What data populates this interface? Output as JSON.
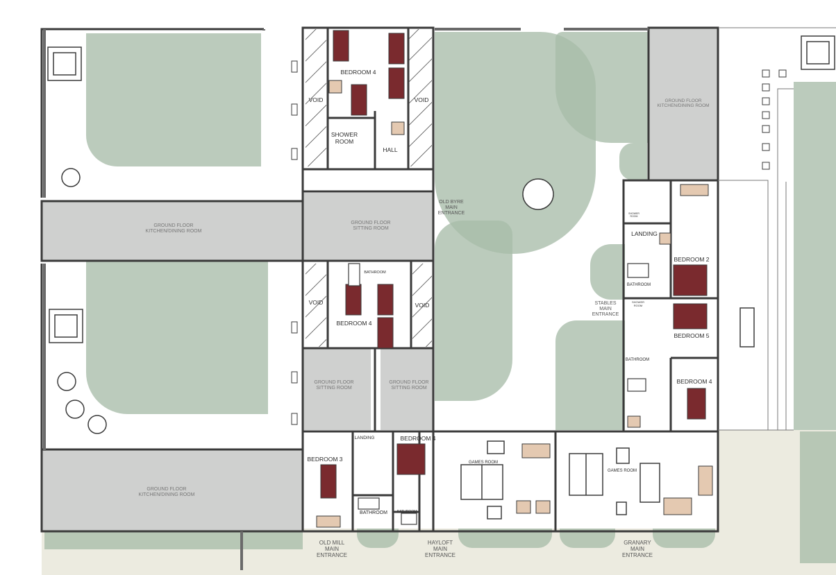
{
  "colors": {
    "lawn": "#a8bda9",
    "wall": "#3a3a3a",
    "room_grey": "#cfd0cf",
    "bed_accent": "#7a2a2e",
    "sofa": "#e4c9b1",
    "path_beige": "#ecebe0"
  },
  "labels": {
    "kitchen_west_upper": "GROUND FLOOR\nKITCHEN/DINING ROOM",
    "kitchen_west_lower": "GROUND FLOOR\nKITCHEN/DINING ROOM",
    "kitchen_east": "GROUND FLOOR\nKITCHEN/DINING ROOM",
    "sitting_top": "GROUND FLOOR\nSITTING ROOM",
    "sitting_left": "GROUND FLOOR\nSITTING ROOM",
    "sitting_right": "GROUND FLOOR\nSITTING ROOM",
    "bedroom4_top": "BEDROOM 4",
    "bedroom4_mid": "BEDROOM 4",
    "bedroom4_bottom": "BEDROOM 4",
    "bedroom4_east": "BEDROOM 4",
    "bedroom3": "BEDROOM 3",
    "bedroom2": "BEDROOM 2",
    "bedroom5": "BEDROOM 5",
    "void_tl": "VOID",
    "void_tr": "VOID",
    "void_ml": "VOID",
    "void_mr": "VOID",
    "shower_room": "SHOWER\nROOM",
    "hall": "HALL",
    "bathroom_mid": "BATHROOM",
    "bathroom_bottom_left": "BATHROOM",
    "bathroom_bottom_right": "BATHROOM",
    "bathroom_east_1": "BATHROOM",
    "bathroom_east_2": "BATHROOM",
    "shower_room_east_1": "SHOWER\nROOM",
    "shower_room_east_2": "SHOWER\nROOM",
    "landing_bottom": "LANDING",
    "landing_east": "LANDING",
    "games_room_1": "GAMES ROOM",
    "games_room_2": "GAMES ROOM",
    "old_byre_entrance": "OLD BYRE\nMAIN\nENTRANCE",
    "stables_entrance": "STABLES\nMAIN\nENTRANCE",
    "old_mill_entrance": "OLD MILL\nMAIN\nENTRANCE",
    "hayloft_entrance": "HAYLOFT\nMAIN\nENTRANCE",
    "granary_entrance": "GRANARY\nMAIN\nENTRANCE"
  }
}
